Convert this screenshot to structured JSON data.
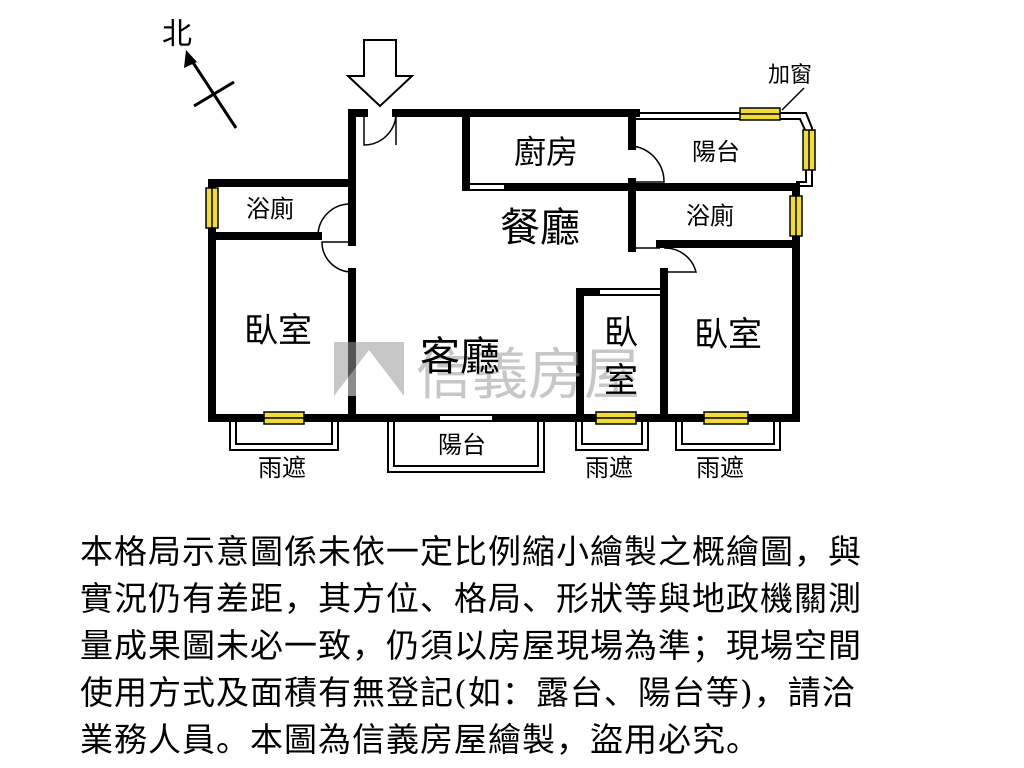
{
  "compass": {
    "label": "北"
  },
  "labels": {
    "window_add": "加窗",
    "kitchen": "廚房",
    "balcony_top": "陽台",
    "bath_left": "浴廁",
    "bath_right": "浴廁",
    "dining": "餐廳",
    "bedroom_left": "臥室",
    "living": "客廳",
    "bedroom_mid_line1": "臥",
    "bedroom_mid_line2": "室",
    "bedroom_right": "臥室",
    "balcony_bottom": "陽台",
    "canopy_1": "雨遮",
    "canopy_2": "雨遮",
    "canopy_3": "雨遮"
  },
  "watermark": {
    "text": "信義房屋"
  },
  "disclaimer": {
    "lines": [
      "本格局示意圖係未依一定比例縮小繪製之概繪圖，與",
      "實況仍有差距，其方位、格局、形狀等與地政機關測",
      "量成果圖未必一致，仍須以房屋現場為準；現場空間",
      "使用方式及面積有無登記(如：露台、陽台等)，請洽",
      "業務人員。本圖為信義房屋繪製，盜用必究。"
    ]
  },
  "colors": {
    "wall": "#000000",
    "window": "#f2dc3c",
    "watermark": "#9a9a9a"
  }
}
